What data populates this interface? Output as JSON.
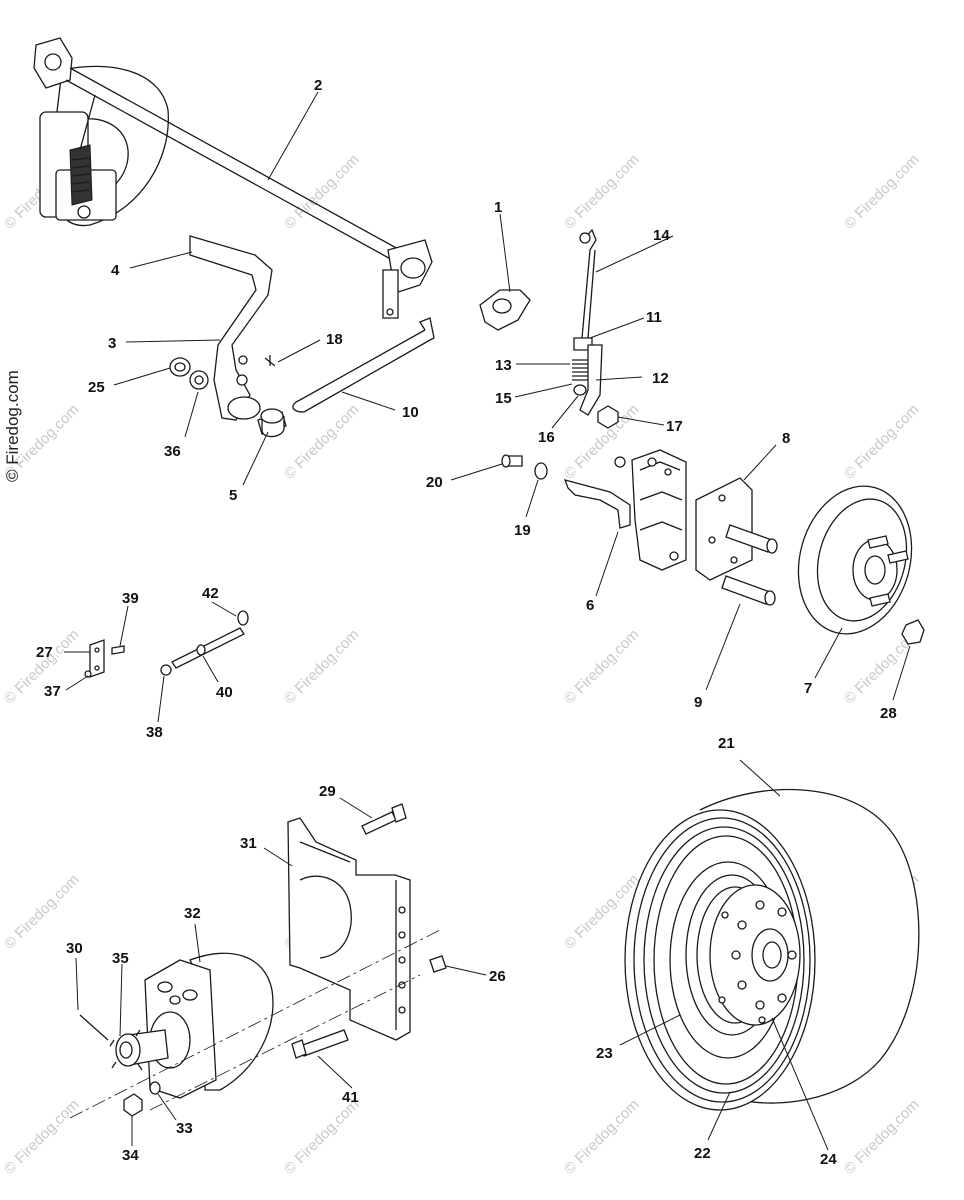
{
  "watermark": "© Firedog.com",
  "side_watermark": "© Firedog.com",
  "callouts": [
    "1",
    "2",
    "3",
    "4",
    "5",
    "6",
    "7",
    "8",
    "9",
    "10",
    "11",
    "12",
    "13",
    "14",
    "15",
    "16",
    "17",
    "18",
    "19",
    "20",
    "21",
    "22",
    "23",
    "24",
    "25",
    "26",
    "27",
    "28",
    "29",
    "30",
    "31",
    "32",
    "33",
    "34",
    "35",
    "36",
    "37",
    "38",
    "39",
    "40",
    "41",
    "42"
  ]
}
